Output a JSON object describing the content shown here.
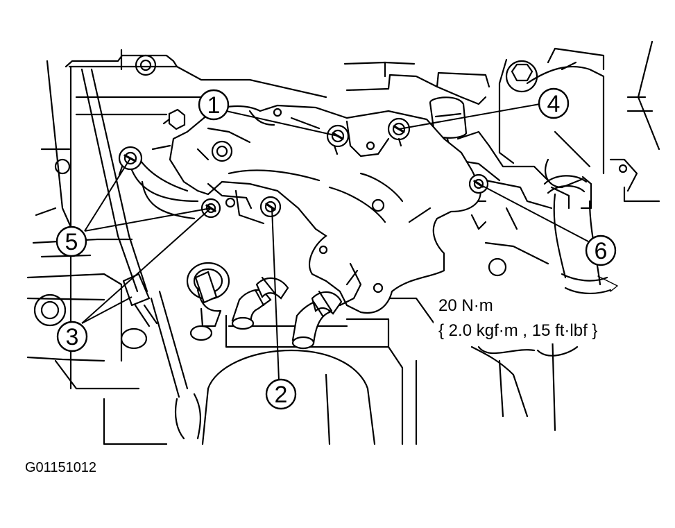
{
  "diagram": {
    "callouts": [
      {
        "id": "1",
        "label": "1"
      },
      {
        "id": "2",
        "label": "2"
      },
      {
        "id": "3",
        "label": "3"
      },
      {
        "id": "4",
        "label": "4"
      },
      {
        "id": "5",
        "label": "5"
      },
      {
        "id": "6",
        "label": "6"
      }
    ],
    "torque": {
      "line1": "20 N·m",
      "line2": "{ 2.0 kgf·m , 15 ft·lbf }"
    },
    "figure_code": "G01151012"
  }
}
